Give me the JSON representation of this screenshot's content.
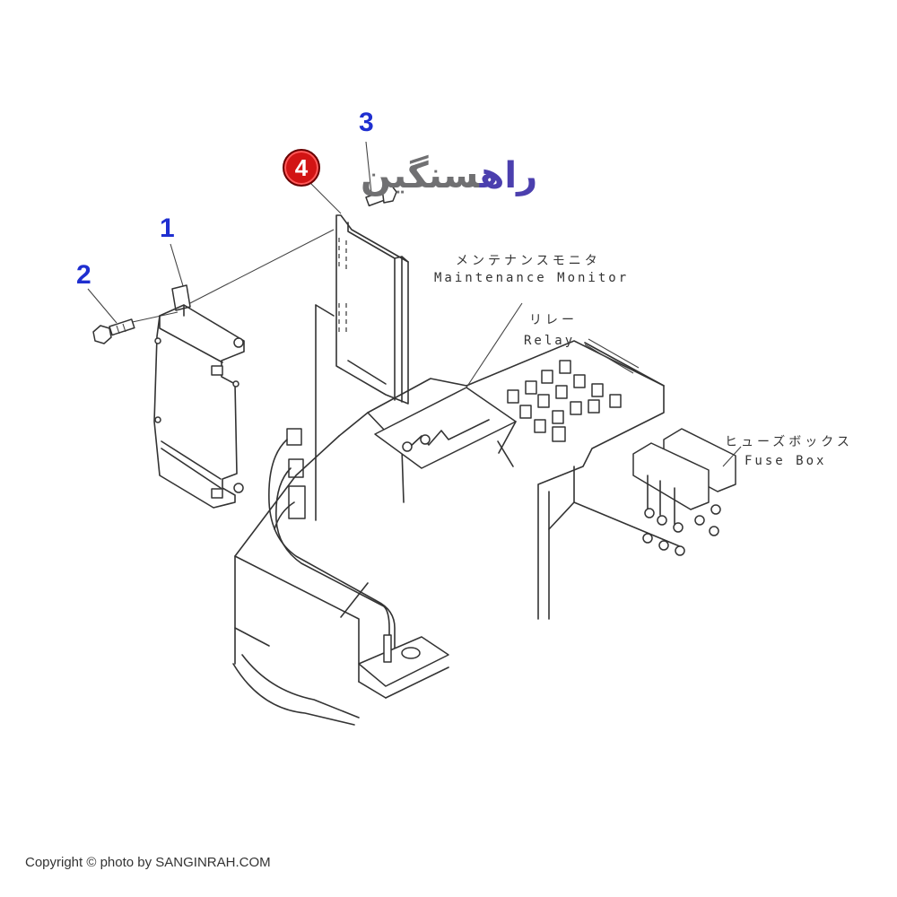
{
  "diagram": {
    "type": "exploded parts diagram",
    "callouts": [
      {
        "id": "1",
        "label": "1",
        "style": "blue-number"
      },
      {
        "id": "2",
        "label": "2",
        "style": "blue-number"
      },
      {
        "id": "3",
        "label": "3",
        "style": "blue-number"
      },
      {
        "id": "4",
        "label": "4",
        "style": "red-circle-badge"
      }
    ],
    "labels": {
      "maintenance_monitor_jp": "メンテナンスモニタ",
      "maintenance_monitor_en": "Maintenance Monitor",
      "relay_jp": "リレー",
      "relay_en": "Relay",
      "fuse_box_jp": "ヒューズボックス",
      "fuse_box_en": "Fuse Box"
    },
    "colors": {
      "callout_blue": "#1f2fd0",
      "badge_red": "#d21414",
      "watermark_gray": "#707072",
      "watermark_purple": "#4b3fae",
      "line": "#333333"
    }
  },
  "watermark": {
    "part_a": "سنگین",
    "part_b": "راه"
  },
  "footer": {
    "copyright": "Copyright © photo by SANGINRAH.COM"
  }
}
